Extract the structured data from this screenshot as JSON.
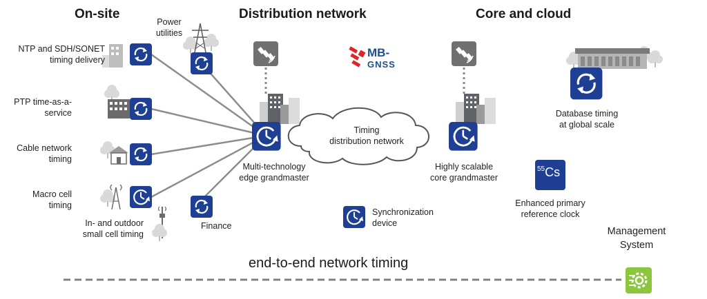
{
  "headings": {
    "onsite": "On-site",
    "distribution": "Distribution network",
    "core": "Core and cloud"
  },
  "onsite": {
    "ntp_l1": "NTP and SDH/SONET",
    "ntp_l2": "timing delivery",
    "ptp_l1": "PTP time-as-a-",
    "ptp_l2": "service",
    "cable_l1": "Cable network",
    "cable_l2": "timing",
    "macro_l1": "Macro cell",
    "macro_l2": "timing",
    "small_l1": "In- and outdoor",
    "small_l2": "small cell timing",
    "power_l1": "Power",
    "power_l2": "utilities",
    "finance": "Finance"
  },
  "distribution": {
    "edge_l1": "Multi-technology",
    "edge_l2": "edge grandmaster",
    "cloud_l1": "Timing",
    "cloud_l2": "distribution network",
    "mb_l1": "MB-",
    "mb_l2": "GNSS",
    "sync_l1": "Synchronization",
    "sync_l2": "device"
  },
  "core": {
    "core_l1": "Highly scalable",
    "core_l2": "core grandmaster",
    "db_l1": "Database timing",
    "db_l2": "at global scale",
    "cs_mass": "55",
    "cs_sym": "Cs",
    "prc_l1": "Enhanced primary",
    "prc_l2": "reference clock"
  },
  "management": {
    "l1": "Management",
    "l2": "System"
  },
  "footer": {
    "text": "end-to-end network timing"
  },
  "colors": {
    "navy": "#1f3f94",
    "line": "#8c8c8c",
    "green": "#8cc63f",
    "mb_red": "#e0242b",
    "mb_blue": "#1f4f8f"
  }
}
